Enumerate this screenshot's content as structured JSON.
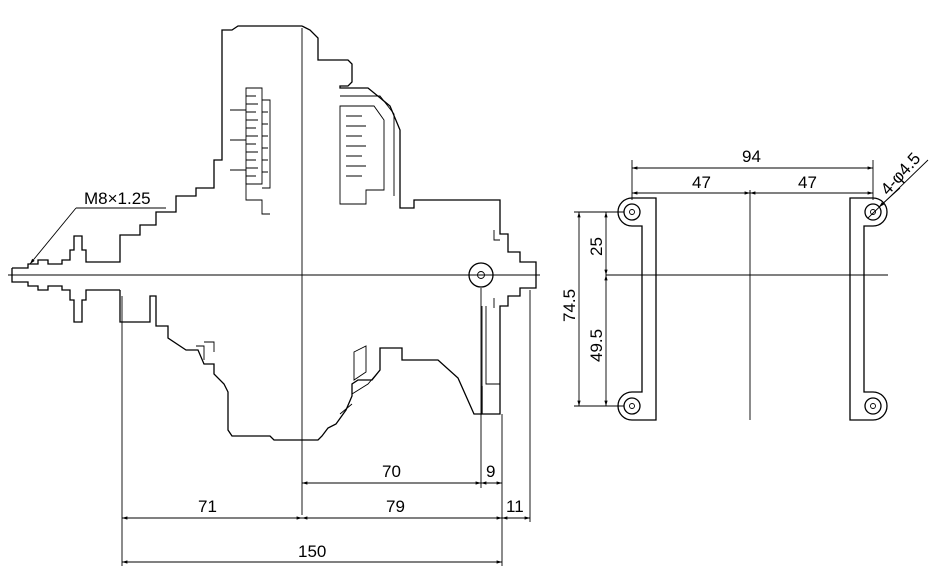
{
  "engine_side_view": {
    "thread_note": "M8×1.25",
    "dim_71": "71",
    "dim_79": "79",
    "dim_150": "150",
    "dim_70": "70",
    "dim_9": "9",
    "dim_11": "11"
  },
  "mount_view": {
    "dim_94": "94",
    "dim_47_left": "47",
    "dim_47_right": "47",
    "dim_74_5": "74.5",
    "dim_25": "25",
    "dim_49_5": "49.5",
    "hole_note": "4-φ4.5"
  }
}
